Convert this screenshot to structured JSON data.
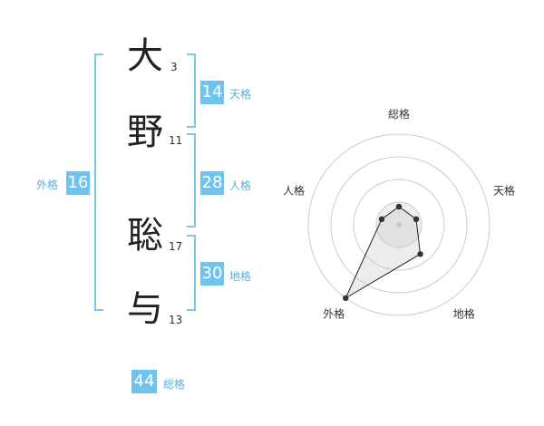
{
  "name_chars": [
    {
      "char": "大",
      "strokes": "3"
    },
    {
      "char": "野",
      "strokes": "11"
    },
    {
      "char": "聡",
      "strokes": "17"
    },
    {
      "char": "与",
      "strokes": "13"
    }
  ],
  "fortunes": {
    "tenkaku": {
      "value": "14",
      "label": "天格"
    },
    "jinkaku": {
      "value": "28",
      "label": "人格"
    },
    "chikaku": {
      "value": "30",
      "label": "地格"
    },
    "gaikaku": {
      "value": "16",
      "label": "外格"
    },
    "soukaku": {
      "value": "44",
      "label": "総格"
    }
  },
  "chart_data": {
    "type": "radar",
    "axes": [
      "総格",
      "天格",
      "地格",
      "外格",
      "人格"
    ],
    "values": [
      1,
      1,
      2,
      5,
      1
    ],
    "rlim": [
      0,
      5
    ],
    "grid_rings": 4
  }
}
